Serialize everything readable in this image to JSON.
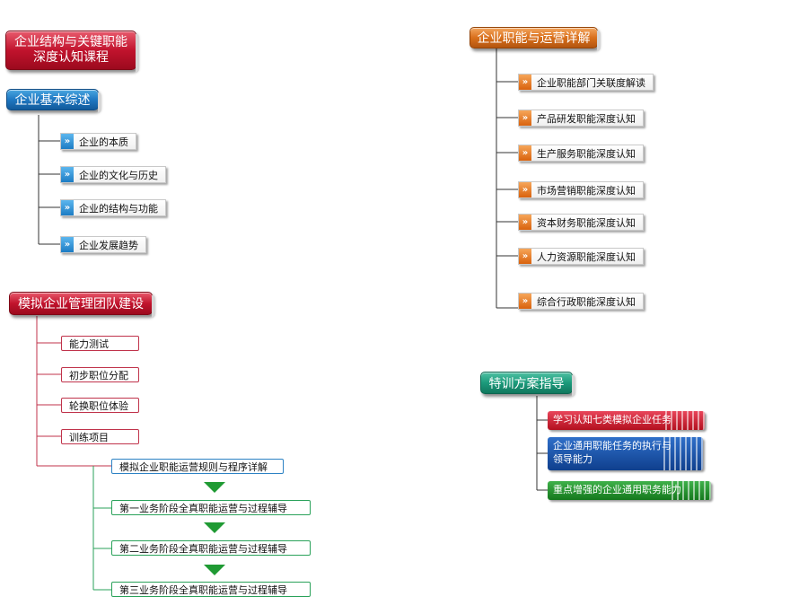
{
  "title": "企业结构与关键职能深度认知课程",
  "colors": {
    "red": "#c1132d",
    "blue": "#1f78c2",
    "orange": "#d9701c",
    "green": "#1c9a7b"
  },
  "sections": {
    "basics": {
      "title": "企业基本综述",
      "items": [
        "企业的本质",
        "企业的文化与历史",
        "企业的结构与功能",
        "企业发展趋势"
      ]
    },
    "team": {
      "title": "模拟企业管理团队建设",
      "items": [
        "能力测试",
        "初步职位分配",
        "轮换职位体验",
        "训练项目"
      ],
      "rules": "模拟企业职能运营规则与程序详解",
      "stages": [
        "第一业务阶段全真职能运营与过程辅导",
        "第二业务阶段全真职能运营与过程辅导",
        "第三业务阶段全真职能运营与过程辅导"
      ]
    },
    "functions": {
      "title": "企业职能与运营详解",
      "items": [
        "企业职能部门关联度解读",
        "产品研发职能深度认知",
        "生产服务职能深度认知",
        "市场营销职能深度认知",
        "资本财务职能深度认知",
        "人力资源职能深度认知",
        "综合行政职能深度认知"
      ]
    },
    "training": {
      "title": "特训方案指导",
      "items": [
        "学习认知七类模拟企业任务",
        "企业通用职能任务的执行与领导能力",
        "重点增强的企业通用职务能力"
      ]
    }
  }
}
